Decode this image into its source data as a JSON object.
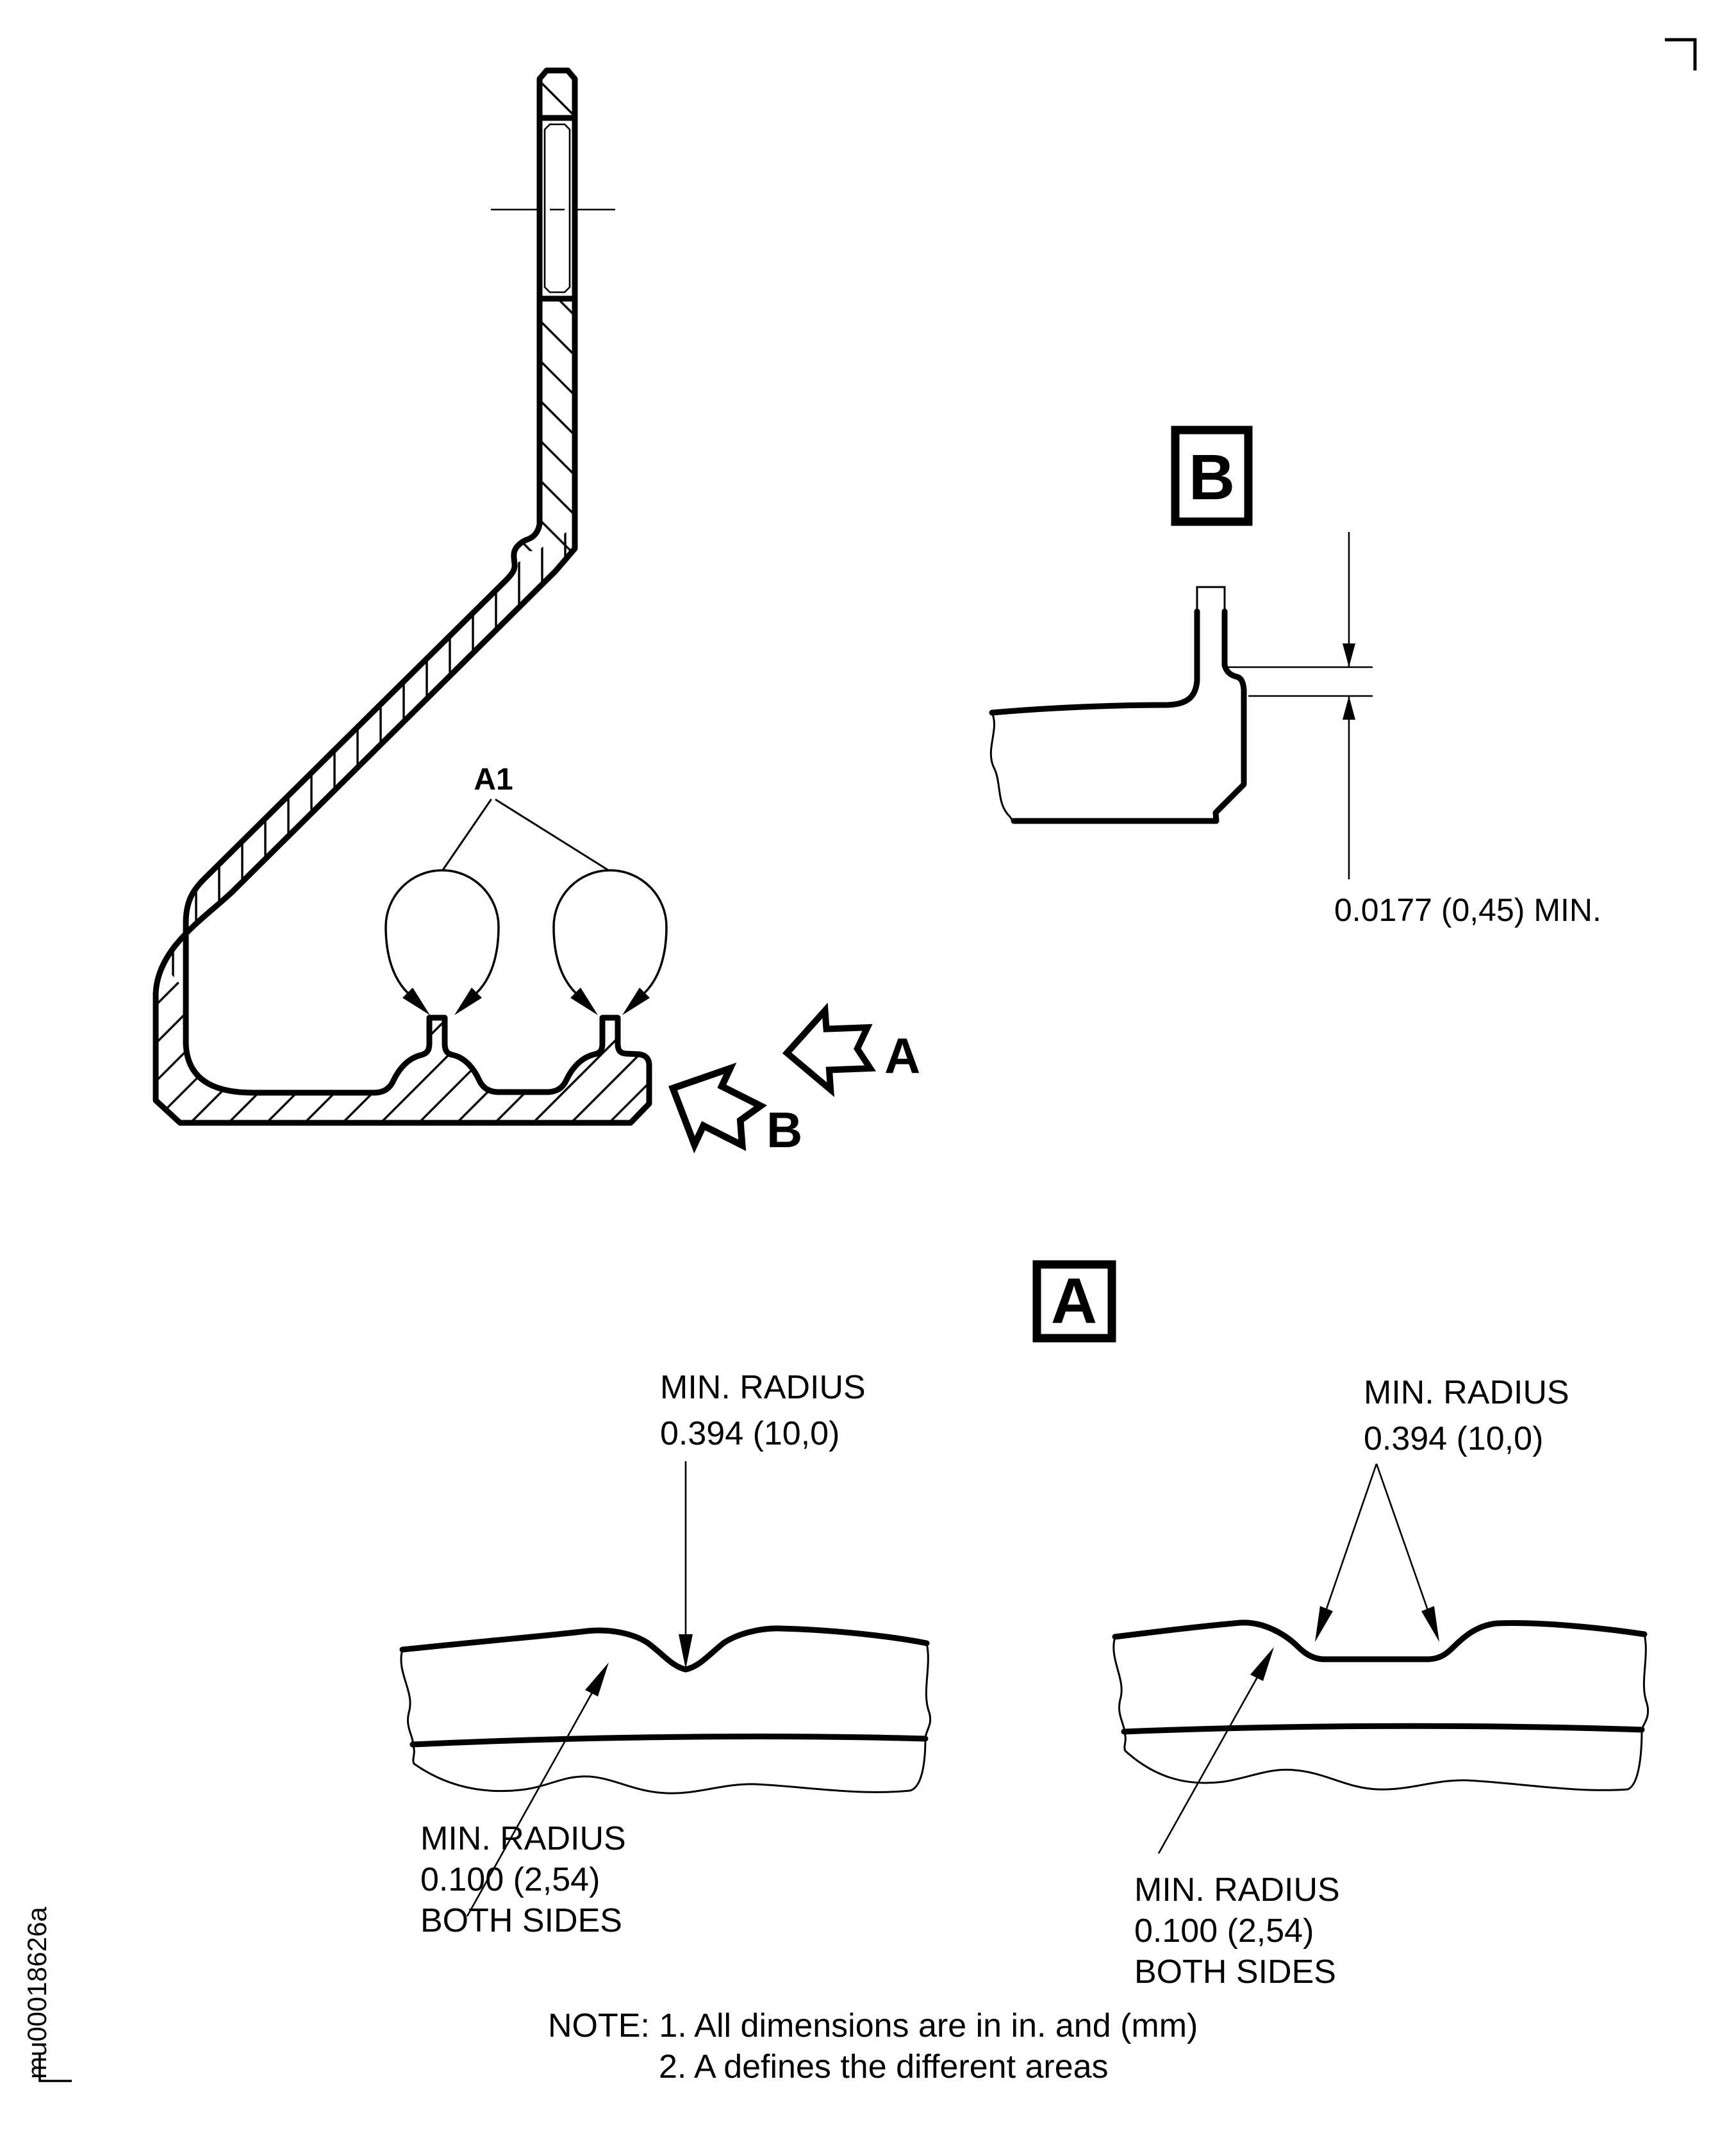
{
  "page": {
    "background": "#ffffff",
    "line_color": "#000000"
  },
  "main_view": {
    "area_label": "A1",
    "view_arrow_a_label": "A",
    "view_arrow_b_label": "B"
  },
  "detail_b": {
    "title": "B",
    "dimension": "0.0177 (0,45) MIN."
  },
  "detail_a": {
    "title": "A",
    "left_figure": {
      "top_callout_line1": "MIN. RADIUS",
      "top_callout_line2": "0.394 (10,0)",
      "bottom_callout_line1": "MIN. RADIUS",
      "bottom_callout_line2": "0.100 (2,54)",
      "bottom_callout_line3": "BOTH SIDES"
    },
    "right_figure": {
      "top_callout_line1": "MIN. RADIUS",
      "top_callout_line2": "0.394 (10,0)",
      "bottom_callout_line1": "MIN. RADIUS",
      "bottom_callout_line2": "0.100 (2,54)",
      "bottom_callout_line3": "BOTH SIDES"
    }
  },
  "notes": {
    "line1": "NOTE: 1. All dimensions are in in. and (mm)",
    "line2": "2. A defines the different areas"
  },
  "figure_id": "mu00018626a"
}
